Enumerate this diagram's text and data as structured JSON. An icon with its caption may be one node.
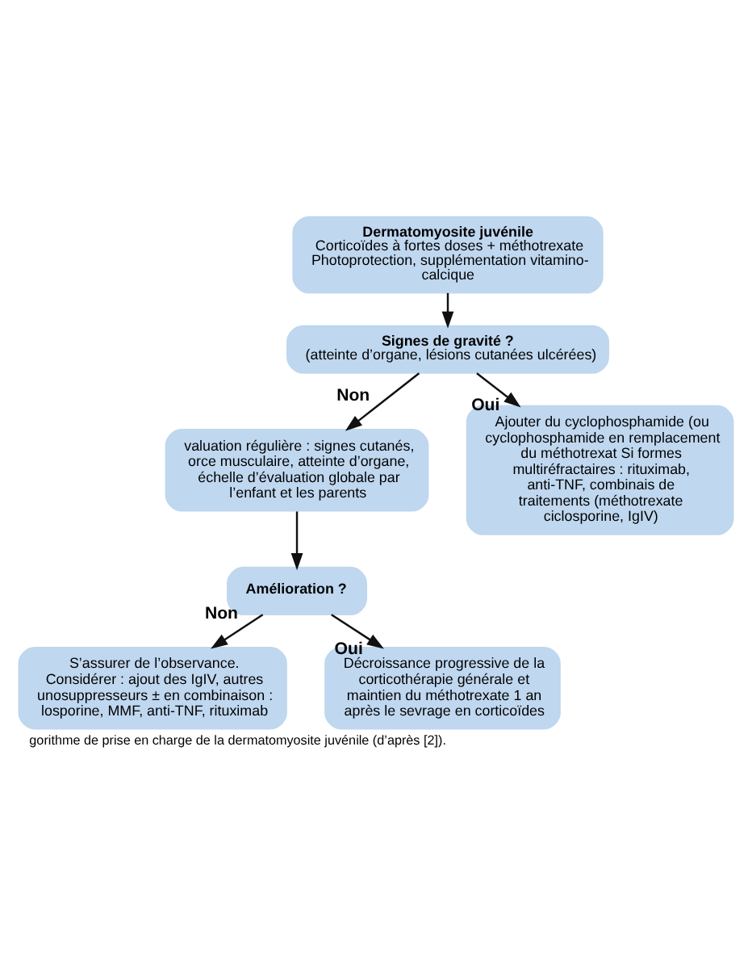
{
  "diagram": {
    "caption": "gorithme de prise en charge de la dermatomyosite juvénile (d’après [2]).",
    "nodes": [
      {
        "text": [
          "Dermatomyosite juvénile",
          "Corticoïdes à fortes doses + méthotrexate Photoprotection, supplémentation vitamino-calcique"
        ]
      },
      {
        "text": [
          "Signes de gravité ?",
          "(atteinte d’organe, lésions cutanées ulcérées)"
        ]
      },
      {
        "text": [
          "valuation régulière : signes cutanés, orce musculaire, atteinte d’organe, échelle d’évaluation globale par l’enfant et les parents"
        ]
      },
      {
        "text": [
          "Ajouter du cyclophosphamide (ou cyclophosphamide en remplacement du méthotrexat Si formes multiréfractaires : rituximab, anti-TNF, combinais de traitements (méthotrexate ciclosporine, IgIV)"
        ]
      },
      {
        "text": [
          "Amélioration ?"
        ]
      },
      {
        "text": [
          "S’assurer de l’observance. Considérer : ajout des IgIV, autres unosuppresseurs ± en combinaison : losporine, MMF, anti-TNF, rituximab"
        ]
      },
      {
        "text": [
          "Décroissance progressive de la corticothérapie générale et maintien du méthotrexate 1 an après le sevrage en corticoïdes"
        ]
      }
    ],
    "edges": [
      {
        "from": 0,
        "to": 1,
        "arrow": "to"
      },
      {
        "from": 1,
        "to": 2,
        "arrow": "to",
        "label": "Non"
      },
      {
        "from": 1,
        "to": 3,
        "arrow": "to",
        "label": "Oui"
      },
      {
        "from": 2,
        "to": 4,
        "arrow": "to"
      },
      {
        "from": 4,
        "to": 5,
        "arrow": "to",
        "label": "Non"
      },
      {
        "from": 4,
        "to": 6,
        "arrow": "to",
        "label": "Oui"
      }
    ]
  }
}
